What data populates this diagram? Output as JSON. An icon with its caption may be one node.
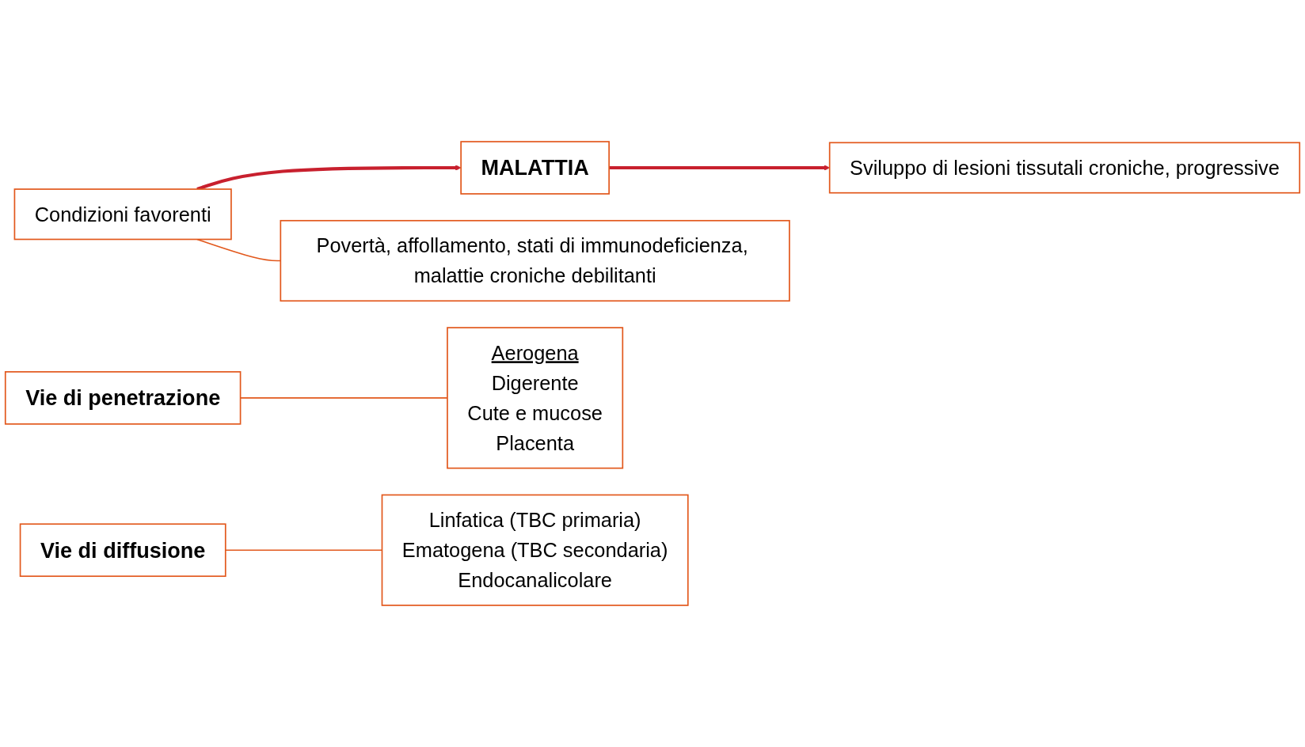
{
  "diagram": {
    "nodes": [
      {
        "text": [
          "MALATTIA"
        ]
      },
      {
        "text": [
          "Sviluppo di lesioni tissutali croniche, progressive"
        ]
      },
      {
        "text": [
          "Condizioni favorenti"
        ]
      },
      {
        "text": [
          "Povertà, affollamento, stati di immunodeficienza, malattie croniche debilitanti"
        ]
      },
      {
        "text": [
          "Vie di penetrazione"
        ]
      },
      {
        "text": [
          "Aerogena",
          "Digerente",
          "Cute e mucose",
          "Placenta"
        ]
      },
      {
        "text": [
          "Vie di diffusione"
        ]
      },
      {
        "text": [
          "Linfatica (TBC primaria)",
          "Ematogena (TBC secondaria)",
          "Endocanalicolare"
        ]
      }
    ],
    "edges": [
      {
        "from": 0,
        "to": 1,
        "arrow": "to",
        "style": "thick",
        "color": "#c8202e"
      },
      {
        "from": 2,
        "to": 0,
        "arrow": "to",
        "style": "thick",
        "color": "#c8202e"
      },
      {
        "from": 2,
        "to": 3,
        "arrow": "none"
      },
      {
        "from": 4,
        "to": 5,
        "arrow": "none"
      },
      {
        "from": 6,
        "to": 7,
        "arrow": "none"
      }
    ]
  }
}
